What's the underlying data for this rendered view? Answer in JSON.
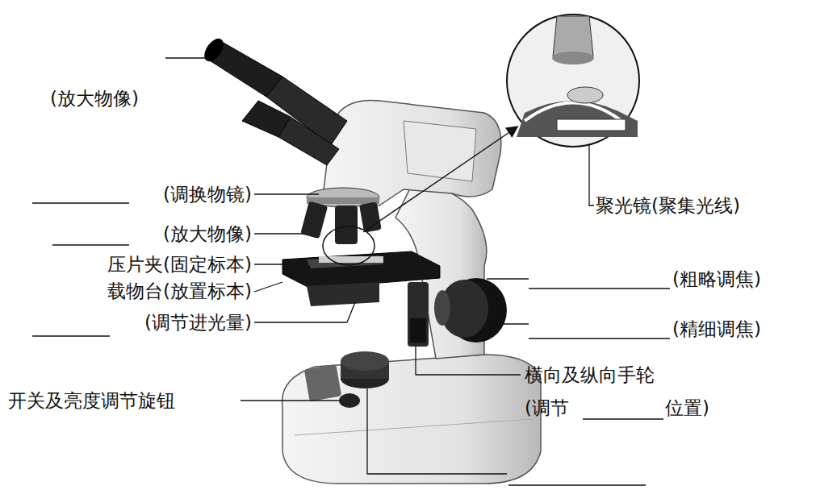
{
  "diagram": {
    "labels": [
      "(放大物像)",
      "(调换物镜)",
      "(放大物像)",
      "压片夹(固定标本)",
      "载物台(放置标本)",
      "(调节进光量)",
      "开关及亮度调节旋钮",
      "聚光镜(聚集光线)",
      "(粗略调焦)",
      "(精细调焦)",
      "横向及纵向手轮",
      "(调节",
      "位置)"
    ]
  }
}
